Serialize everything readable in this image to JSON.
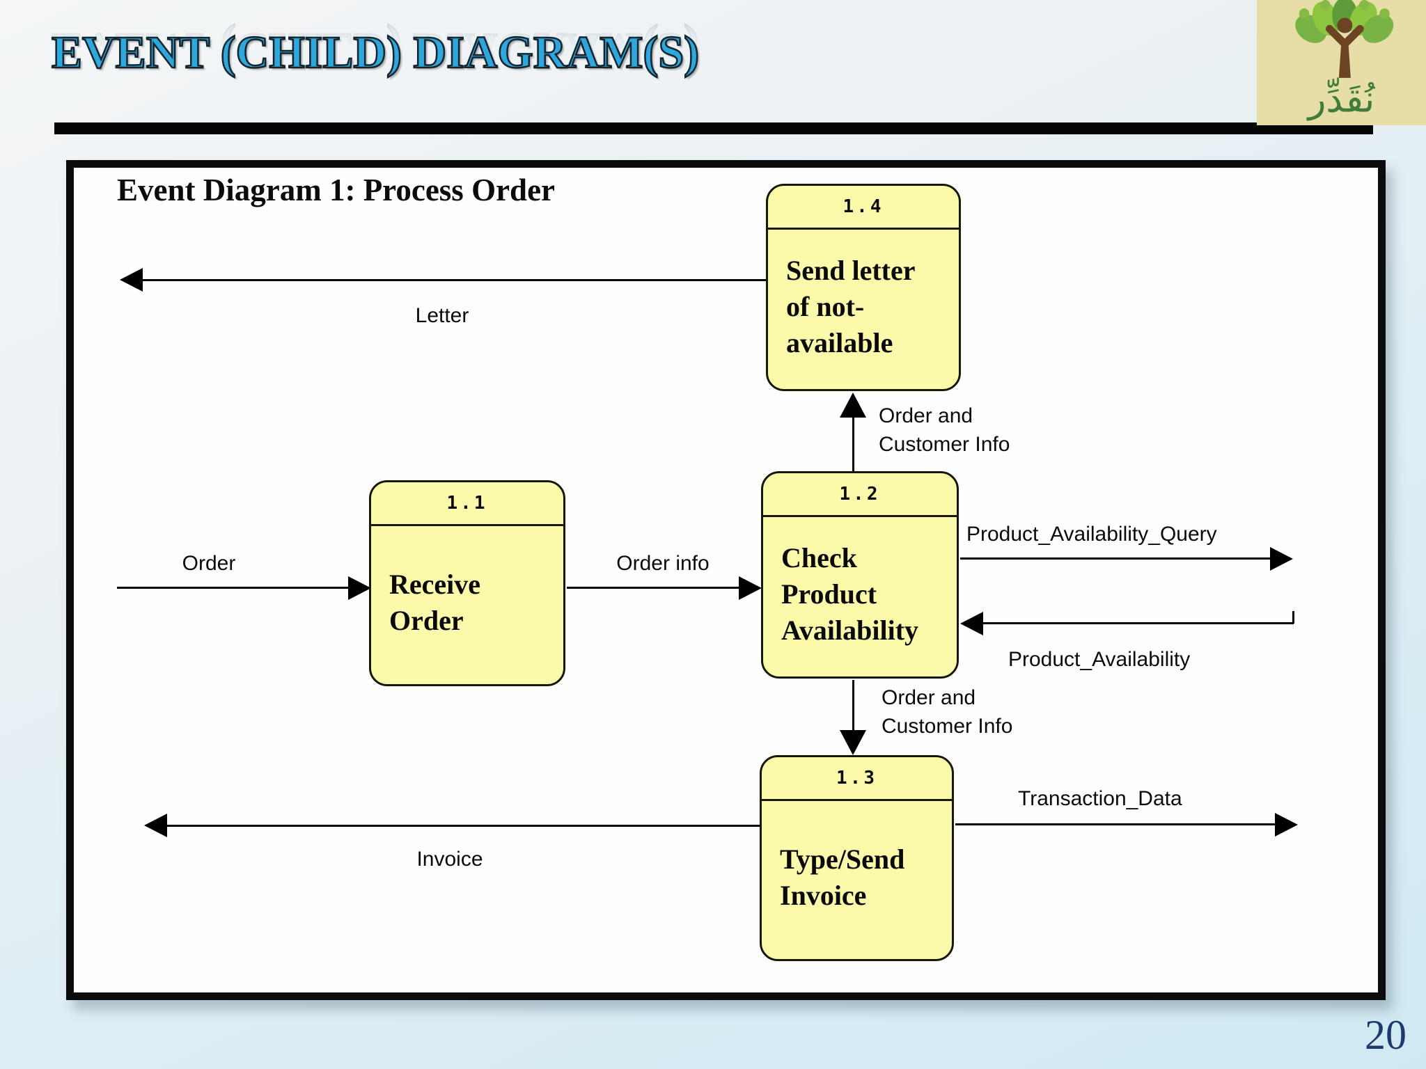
{
  "slide": {
    "title": "EVENT (CHILD) DIAGRAM(S)",
    "page_number": "20",
    "logo_text": "نُقَدِّر"
  },
  "diagram": {
    "title": "Event Diagram 1: Process Order",
    "processes": [
      {
        "id": "1.1",
        "label": "Receive Order"
      },
      {
        "id": "1.2",
        "label": "Check Product Availability"
      },
      {
        "id": "1.3",
        "label": "Type/Send Invoice"
      },
      {
        "id": "1.4",
        "label": "Send letter of not-available"
      }
    ],
    "flows": {
      "order": {
        "label": "Order",
        "from": "external",
        "to": "1.1"
      },
      "order_info": {
        "label": "Order info",
        "from": "1.1",
        "to": "1.2"
      },
      "letter": {
        "label": "Letter",
        "from": "1.4",
        "to": "external"
      },
      "to_letter": {
        "label": "Order and Customer Info",
        "from": "1.2",
        "to": "1.4"
      },
      "query": {
        "label": "Product_Availability_Query",
        "from": "1.2",
        "to": "external"
      },
      "availability": {
        "label": "Product_Availability",
        "from": "external",
        "to": "1.2"
      },
      "to_invoice": {
        "label": "Order and Customer Info",
        "from": "1.2",
        "to": "1.3"
      },
      "invoice": {
        "label": "Invoice",
        "from": "1.3",
        "to": "external"
      },
      "transaction": {
        "label": "Transaction_Data",
        "from": "1.3",
        "to": "external"
      }
    },
    "colors": {
      "process_fill": "#fafaaa",
      "process_border": "#171708",
      "flow_line": "#000000",
      "frame_border": "#0c0c0c",
      "frame_background": "#fefefe"
    }
  },
  "theme": {
    "title_color": "#2ea7dc",
    "page_number_color": "#1c3a6b",
    "divider_color": "#050505",
    "background_top": "#f4f6f7",
    "background_bottom": "#cfe9f3",
    "logo_background": "#e7dda6",
    "logo_green": "#7ab648",
    "logo_brown": "#6b4423",
    "logo_text_color": "#3f7d3a"
  }
}
